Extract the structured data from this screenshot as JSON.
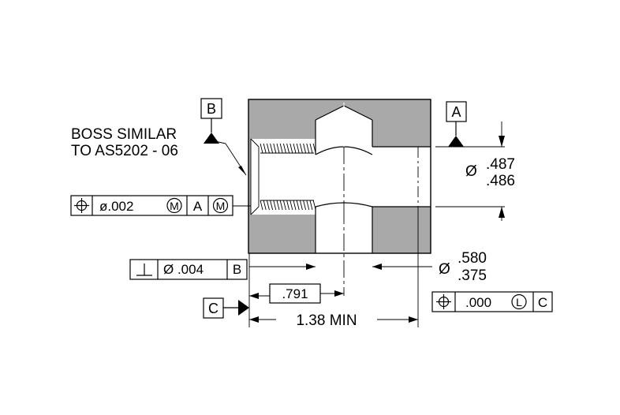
{
  "notes": {
    "boss_line1": "BOSS SIMILAR",
    "boss_line2": "TO AS5202 - 06"
  },
  "datums": {
    "a": "A",
    "b": "B",
    "c": "C"
  },
  "fcf_position": {
    "symbol_icon": "position-icon",
    "tolerance": "ø.002",
    "modifier_1": "M",
    "datum": "A",
    "modifier_2": "M"
  },
  "fcf_perpendicularity": {
    "symbol_icon": "perpendicularity-icon",
    "tolerance": "Ø .004",
    "datum": "B"
  },
  "fcf_position_c": {
    "symbol_icon": "position-icon",
    "tolerance": ".000",
    "modifier": "L",
    "datum": "C"
  },
  "dims": {
    "bore_symbol": "Ø",
    "bore_upper": ".487",
    "bore_lower": ".486",
    "counterbore_symbol": "Ø",
    "counterbore_upper": ".580",
    "counterbore_lower": ".375",
    "basic": ".791",
    "depth": "1.38  MIN"
  }
}
